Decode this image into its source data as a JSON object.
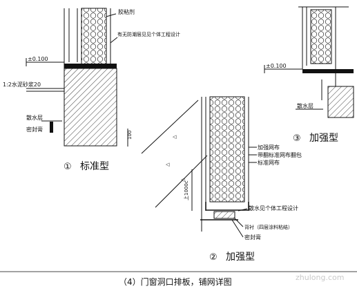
{
  "details": {
    "d1": {
      "num": "①",
      "title": "标准型",
      "labels": {
        "adhesive": "胶粘剂",
        "elev": "±0.100",
        "mortar": "1:2水泥砂浆20",
        "waterproof": "有无防潮层见见个体工程设计",
        "apron": "散水层",
        "sealant": "密封膏",
        "dim": "100"
      }
    },
    "d2": {
      "num": "②",
      "title": "加强型",
      "labels": {
        "mesh": "加强网布",
        "wrap": "带翻标准网布翻包",
        "std_mesh": "标准网布",
        "dim": "上1000c",
        "apron_ref": "散水见个体工程设计",
        "backing": "背衬（四层涂料粘结）",
        "sealant": "密封膏"
      }
    },
    "d3": {
      "num": "③",
      "title": "加强型",
      "labels": {
        "elev": "±0.100",
        "apron": "散水层"
      }
    }
  },
  "caption": "（4）门窗洞口排板，铺网详图",
  "watermark": "zhulong.com"
}
